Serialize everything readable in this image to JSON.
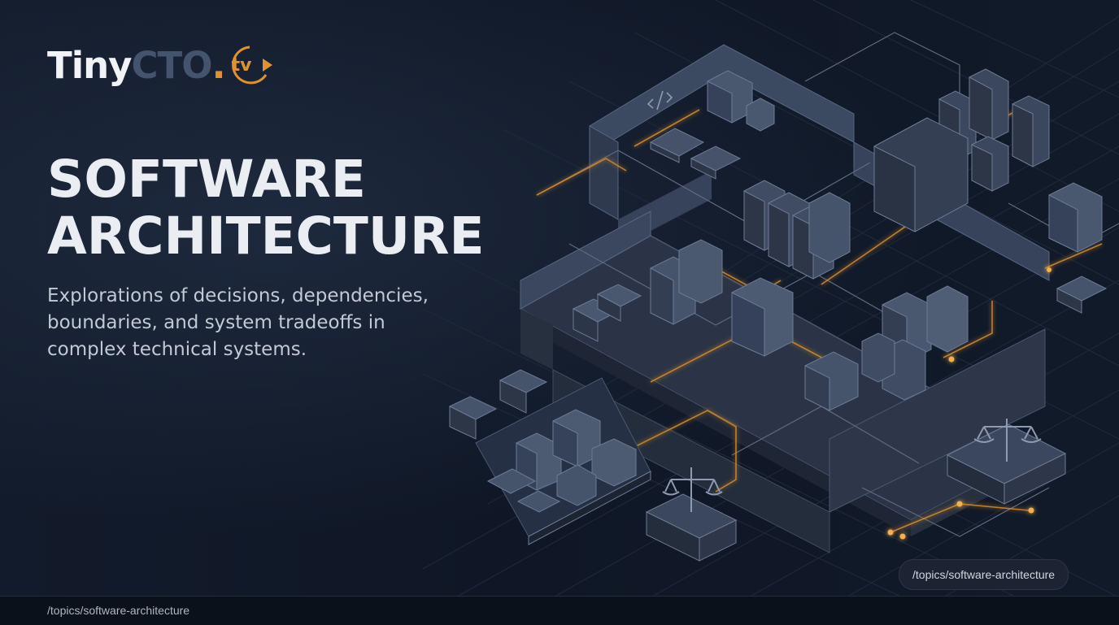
{
  "brand": {
    "part1": "Tiny",
    "part2": "CTO",
    "part3": ".",
    "part4": "tv"
  },
  "hero": {
    "title_line1": "SOFTWARE",
    "title_line2": "ARCHITECTURE",
    "description": "Explorations of decisions, dependencies, boundaries, and system tradeoffs in complex technical systems."
  },
  "topic_pill": "/topics/software-architecture",
  "footer": {
    "path": "/topics/software-architecture"
  },
  "illustration": {
    "icon": "isometric-architecture-icon"
  },
  "colors": {
    "background": "#0e1522",
    "accent": "#e0922f",
    "brand_dark": "#44546d",
    "title": "#eaedf2"
  }
}
